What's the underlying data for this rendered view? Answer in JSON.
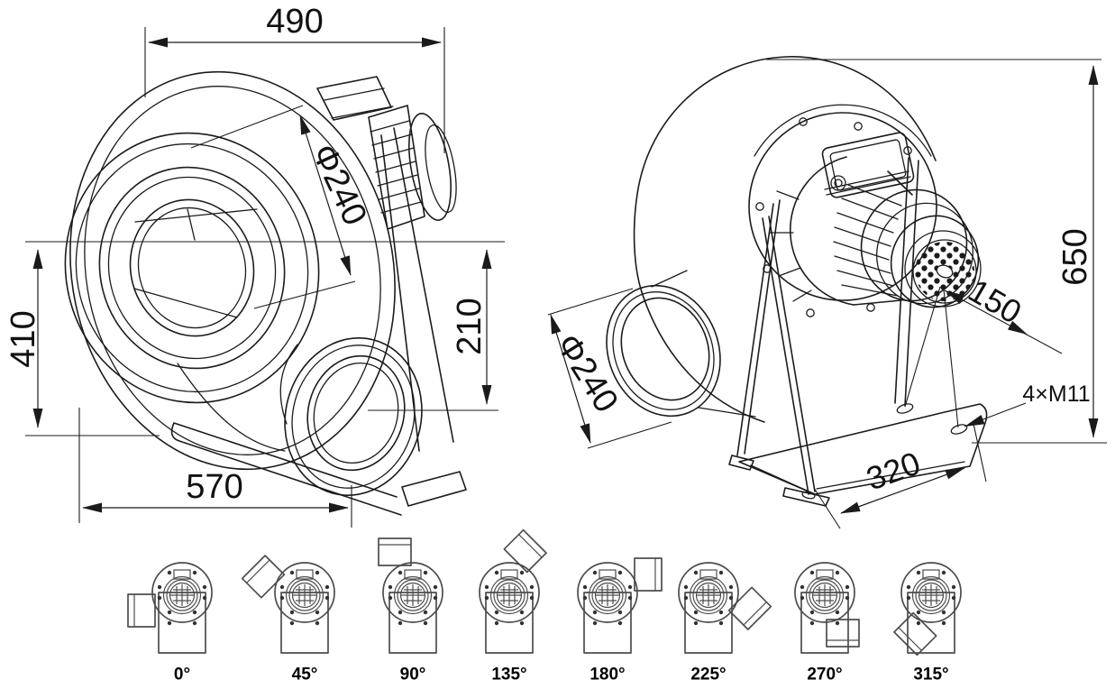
{
  "left_view": {
    "dim_top_width": "490",
    "dim_inlet_diameter": "Φ240",
    "dim_left_height": "410",
    "dim_outlet_height": "210",
    "dim_bottom_width": "570"
  },
  "right_view": {
    "dim_total_height": "650",
    "dim_outlet_diameter": "Φ240",
    "dim_motor_offset": "150",
    "dim_mounting_holes": "4×M11",
    "dim_base_width": "320"
  },
  "orientations": [
    {
      "label": "0°",
      "angle": 0
    },
    {
      "label": "45°",
      "angle": 45
    },
    {
      "label": "90°",
      "angle": 90
    },
    {
      "label": "135°",
      "angle": 135
    },
    {
      "label": "180°",
      "angle": 180
    },
    {
      "label": "225°",
      "angle": 225
    },
    {
      "label": "270°",
      "angle": 270
    },
    {
      "label": "315°",
      "angle": 315
    }
  ],
  "colors": {
    "line": "#1b1b1b",
    "icon_line": "#4d4d4d",
    "background": "#ffffff"
  }
}
